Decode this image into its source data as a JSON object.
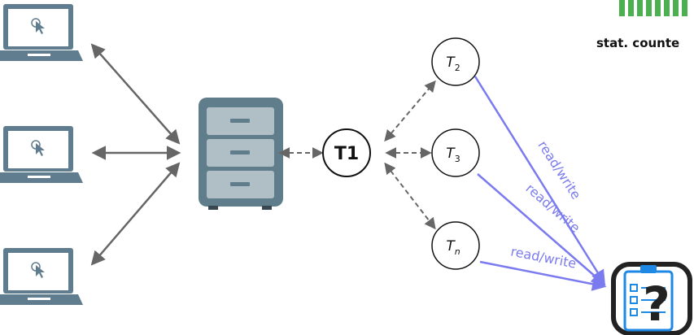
{
  "nodes": {
    "main": "T1",
    "t2": {
      "base": "T",
      "sub": "2"
    },
    "t3": {
      "base": "T",
      "sub": "3"
    },
    "tn": {
      "base": "T",
      "sub": "n"
    }
  },
  "edges": {
    "rw_1": "read/write",
    "rw_2": "read/write",
    "rw_3": "read/write"
  },
  "stat_counter": "stat. counte",
  "colors": {
    "laptop": "#5f7d8e",
    "laptop_screen": "#ffffff",
    "server": "#607d8b",
    "server_drawer": "#b0bec5",
    "arrow_solid": "#666666",
    "arrow_dashed": "#666666",
    "read_write": "#7b7bf0",
    "stat_bars": "#4caf50",
    "clipboard_blue": "#1e88e5",
    "clipboard_dark": "#222222"
  }
}
